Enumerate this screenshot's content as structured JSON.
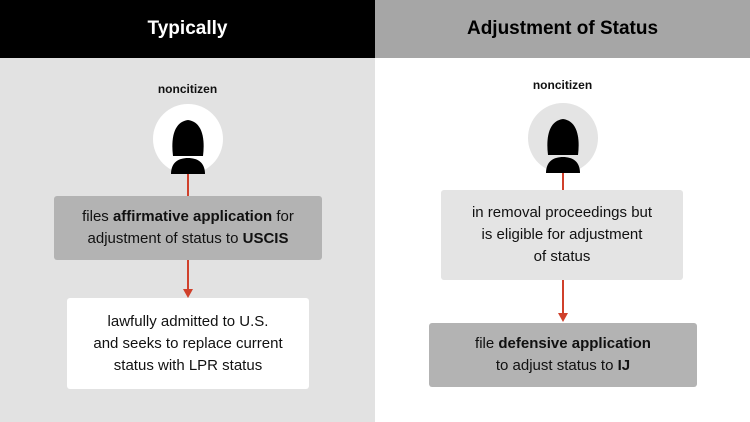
{
  "left": {
    "header": "Typically",
    "person_label": "noncitizen",
    "box1": {
      "pre": "files ",
      "bold1": "affirmative application",
      "mid": " for",
      "line2": "adjustment of status to ",
      "bold2": "USCIS"
    },
    "box2": {
      "line1": "lawfully admitted to U.S.",
      "line2": "and seeks to replace current",
      "line3": "status with LPR status"
    }
  },
  "right": {
    "header": "Adjustment of Status",
    "person_label": "noncitizen",
    "box1": {
      "line1": "in removal proceedings but",
      "line2": "is eligible for adjustment",
      "line3": "of status"
    },
    "box2": {
      "pre": "file ",
      "bold1": "defensive application",
      "line2": "to adjust status to ",
      "bold2": "IJ"
    }
  },
  "colors": {
    "arrow": "#d0402b",
    "left_header_bg": "#000000",
    "right_header_bg": "#a6a6a6",
    "left_panel_bg": "#e2e2e2",
    "right_panel_bg": "#ffffff"
  },
  "icons": [
    "person-silhouette-icon",
    "down-arrow-icon"
  ]
}
